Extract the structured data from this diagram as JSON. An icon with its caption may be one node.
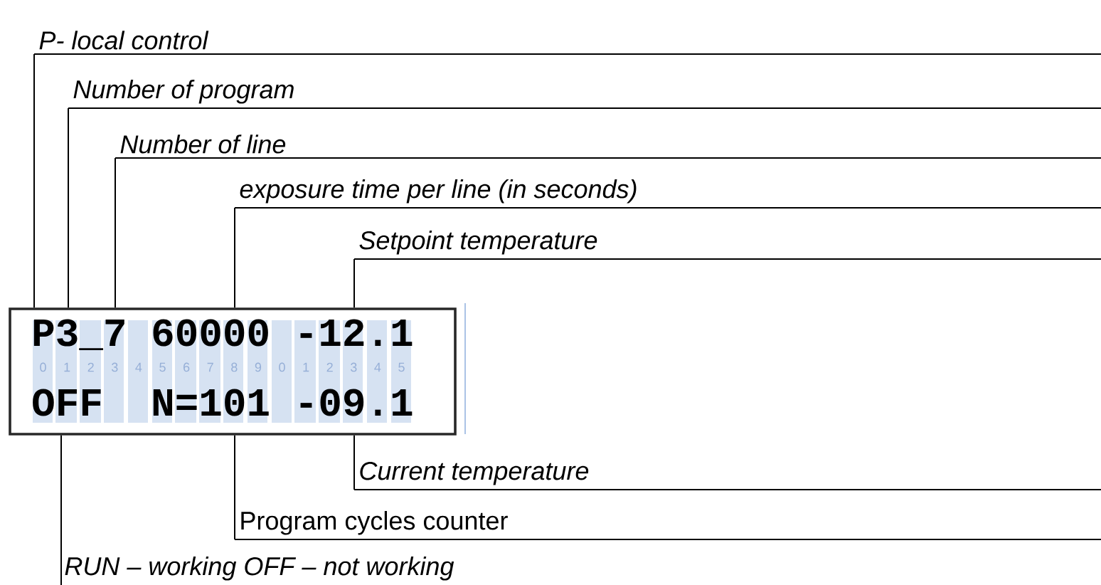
{
  "diagram": {
    "nodes": [
      {
        "text": [
          "P3_7 60000 -12.1",
          "OFF",
          "N=101 -09.1"
        ]
      },
      {
        "text": [
          "P- local control"
        ]
      },
      {
        "text": [
          "Number of program"
        ]
      },
      {
        "text": [
          "Number of line"
        ]
      },
      {
        "text": [
          "exposure time per line (in seconds)"
        ]
      },
      {
        "text": [
          "Setpoint temperature"
        ]
      },
      {
        "text": [
          "Current temperature"
        ]
      },
      {
        "text": [
          "Program cycles counter"
        ]
      },
      {
        "text": [
          "RUN – working OFF – not working"
        ]
      }
    ],
    "edges": [
      {
        "from": 1,
        "to": 0,
        "arrow": "none"
      },
      {
        "from": 2,
        "to": 0,
        "arrow": "none"
      },
      {
        "from": 3,
        "to": 0,
        "arrow": "none"
      },
      {
        "from": 4,
        "to": 0,
        "arrow": "none"
      },
      {
        "from": 5,
        "to": 0,
        "arrow": "none"
      },
      {
        "from": 6,
        "to": 0,
        "arrow": "none"
      },
      {
        "from": 7,
        "to": 0,
        "arrow": "none"
      },
      {
        "from": 8,
        "to": 0,
        "arrow": "none"
      }
    ],
    "labels": [
      "0",
      "1",
      "2",
      "3",
      "4",
      "5",
      "6",
      "7",
      "8",
      "9",
      "0",
      "1",
      "2",
      "3",
      "4",
      "5"
    ]
  }
}
